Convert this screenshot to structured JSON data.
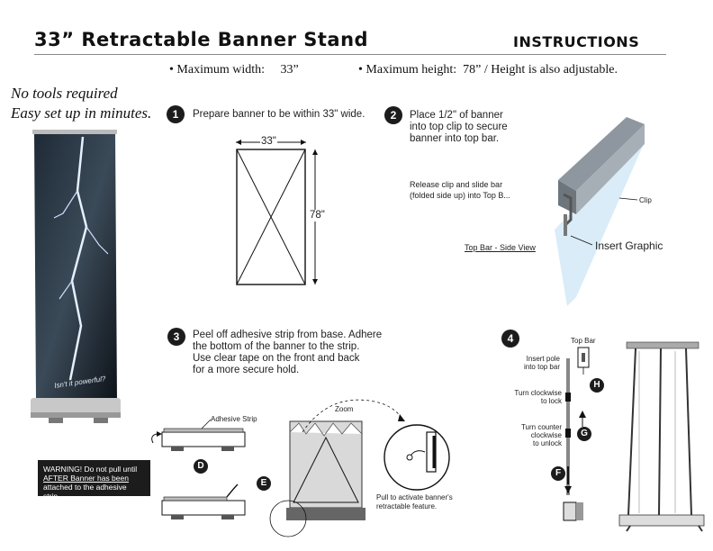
{
  "header": {
    "title": "33” Retractable Banner Stand",
    "instructions": "INSTRUCTIONS"
  },
  "specs": {
    "max_width": "• Maximum width:     33”",
    "max_height": "• Maximum height:  78” / Height is also adjustable."
  },
  "tagline": {
    "line1": "No tools required",
    "line2": "Easy set up in minutes."
  },
  "product": {
    "caption": "Isn't it powerful?"
  },
  "step1": {
    "number": "1",
    "text": "Prepare banner to be within 33\" wide.",
    "width_label": "33\"",
    "height_label": "78\""
  },
  "step2": {
    "number": "2",
    "text_lines": [
      "Place 1/2\" of banner",
      "into top clip to secure",
      "banner into top bar."
    ],
    "release_lines": [
      "Release clip and slide bar",
      "(folded side up) into Top B..."
    ],
    "clip_label": "Clip",
    "insert_label": "Insert Graphic",
    "view_label": "Top Bar - Side View"
  },
  "step3": {
    "number": "3",
    "text_lines": [
      "Peel off adhesive strip from base. Adhere",
      "the bottom of the banner to the strip.",
      "Use clear tape on the front and back",
      "for a more secure hold."
    ],
    "adhesive_label": "Adhesive Strip",
    "zoom_label": "Zoom",
    "pull_lines": [
      "Pull to activate banner's",
      "retractable feature."
    ],
    "warning_lines": [
      "WARNING! Do not pull until",
      "AFTER Banner has been",
      "attached to the adhesive strip."
    ],
    "letter_d": "D",
    "letter_e": "E"
  },
  "step4": {
    "number": "4",
    "top_bar_label": "Top Bar",
    "insert_pole_lines": [
      "Insert pole",
      "into top bar"
    ],
    "turn_cw_lines": [
      "Turn clockwise",
      "to lock"
    ],
    "turn_ccw_lines": [
      "Turn counter",
      "clockwise",
      "to unlock"
    ],
    "letter_h": "H",
    "letter_g": "G",
    "letter_f": "F"
  }
}
